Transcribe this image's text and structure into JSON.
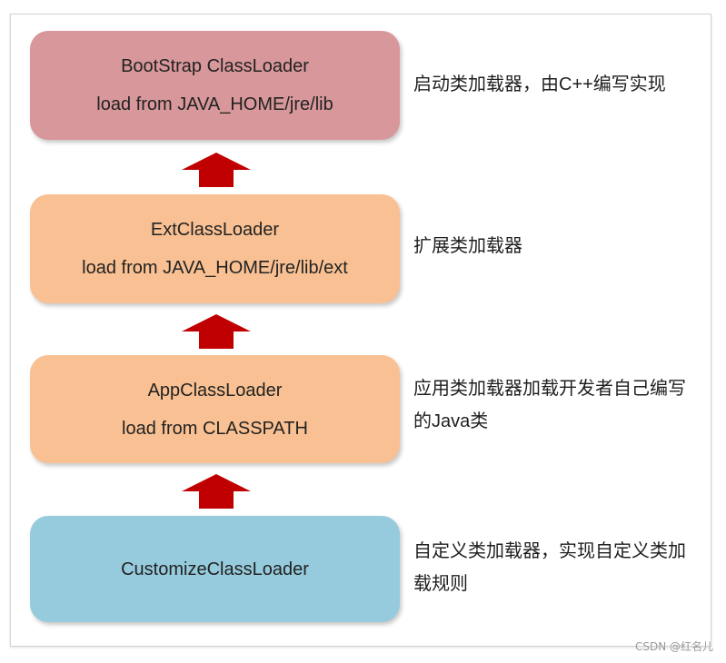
{
  "loaders": [
    {
      "name": "BootStrap ClassLoader",
      "path": "load from JAVA_HOME/jre/lib",
      "description": "启动类加载器，由C++编写实现",
      "color": "#d8979a"
    },
    {
      "name": "ExtClassLoader",
      "path": "load from JAVA_HOME/jre/lib/ext",
      "description": "扩展类加载器",
      "color": "#f9c193"
    },
    {
      "name": "AppClassLoader",
      "path": "load from CLASSPATH",
      "description": "应用类加载器加载开发者自己编写\n的Java类",
      "color": "#f9c193"
    },
    {
      "name": "CustomizeClassLoader",
      "path": "",
      "description": "自定义类加载器，实现自定义类加\n载规则",
      "color": "#95cbdc"
    }
  ],
  "arrow_color": "#c00000",
  "watermark": "CSDN @红名儿"
}
